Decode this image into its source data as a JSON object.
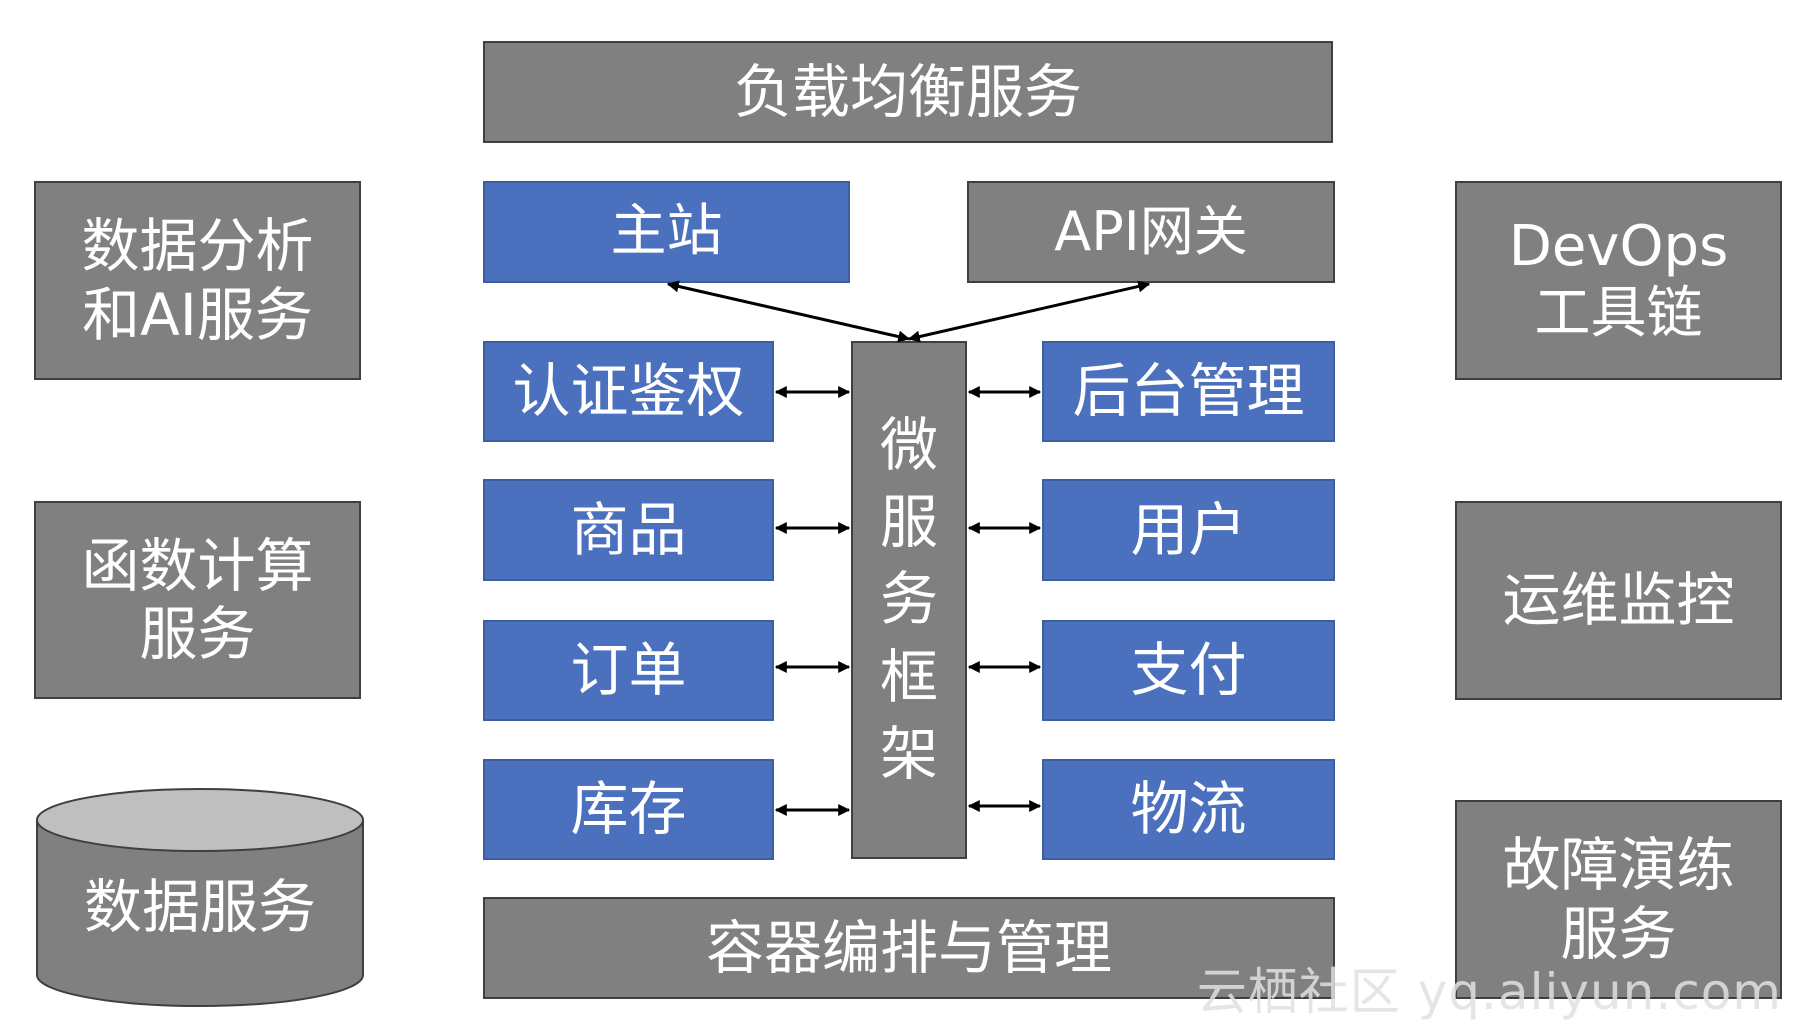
{
  "top": {
    "load_balancer": "负载均衡服务"
  },
  "bottom": {
    "container": "容器编排与管理"
  },
  "left": {
    "analytics": "数据分析\n和AI服务",
    "faas": "函数计算\n服务",
    "data_service": "数据服务"
  },
  "right": {
    "devops": "DevOps\n工具链",
    "monitoring": "运维监控",
    "chaos": "故障演练\n服务"
  },
  "entry": {
    "main_site": "主站",
    "api_gateway": "API网关"
  },
  "framework": {
    "chars": [
      "微",
      "服",
      "务",
      "框",
      "架"
    ]
  },
  "services_left": {
    "auth": "认证鉴权",
    "product": "商品",
    "order": "订单",
    "inventory": "库存"
  },
  "services_right": {
    "admin": "后台管理",
    "user": "用户",
    "payment": "支付",
    "logistics": "物流"
  },
  "watermark": "云栖社区 yq.aliyun.com",
  "colors": {
    "gray": "#808080",
    "blue": "#4a70be",
    "border": "#3f3f3f"
  }
}
